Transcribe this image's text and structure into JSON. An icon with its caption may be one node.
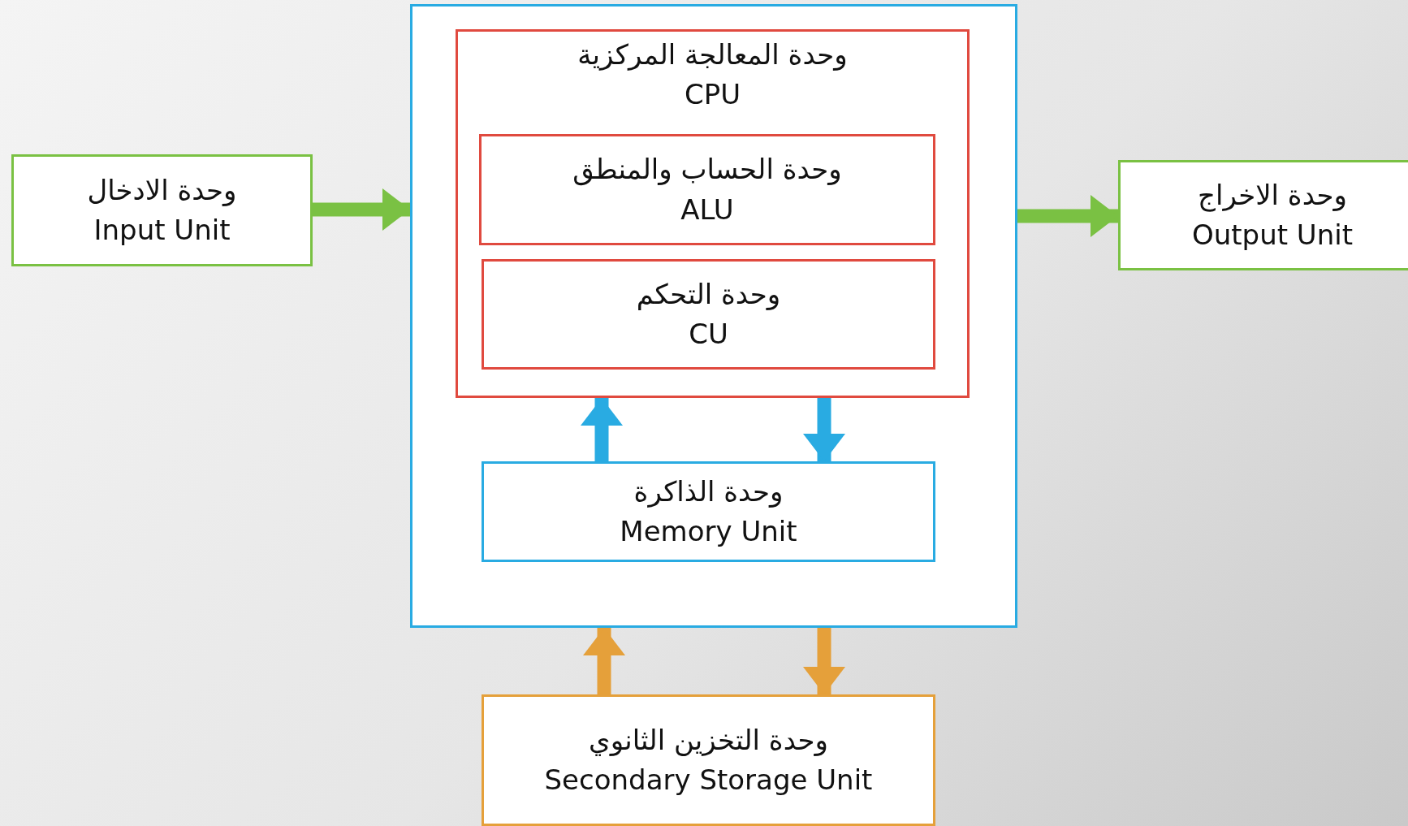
{
  "diagram": {
    "nodes": [
      {
        "text": [
          "وحدة الادخال",
          "Input Unit"
        ]
      },
      {
        "text": [],
        "shape": "box"
      },
      {
        "text": [
          "وحدة المعالجة المركزية",
          "CPU"
        ],
        "in": 1
      },
      {
        "text": [
          "وحدة الحساب والمنطق",
          "ALU"
        ],
        "in": 2
      },
      {
        "text": [
          "وحدة التحكم",
          "CU"
        ],
        "in": 2
      },
      {
        "text": [
          "وحدة الذاكرة",
          "Memory Unit"
        ],
        "in": 1
      },
      {
        "text": [
          "وحدة الاخراج",
          "Output Unit"
        ]
      },
      {
        "text": [
          "وحدة التخزين الثانوي",
          "Secondary Storage Unit"
        ]
      }
    ],
    "edges": [
      {
        "from": 0,
        "to": 1,
        "arrow": "to",
        "color": "#7ac143"
      },
      {
        "from": 1,
        "to": 6,
        "arrow": "to",
        "color": "#7ac143"
      },
      {
        "from": 5,
        "to": 2,
        "arrow": "to",
        "color": "#29abe2"
      },
      {
        "from": 2,
        "to": 5,
        "arrow": "to",
        "color": "#29abe2"
      },
      {
        "from": 7,
        "to": 1,
        "arrow": "to",
        "color": "#e5a03a"
      },
      {
        "from": 1,
        "to": 7,
        "arrow": "to",
        "color": "#e5a03a"
      }
    ]
  }
}
